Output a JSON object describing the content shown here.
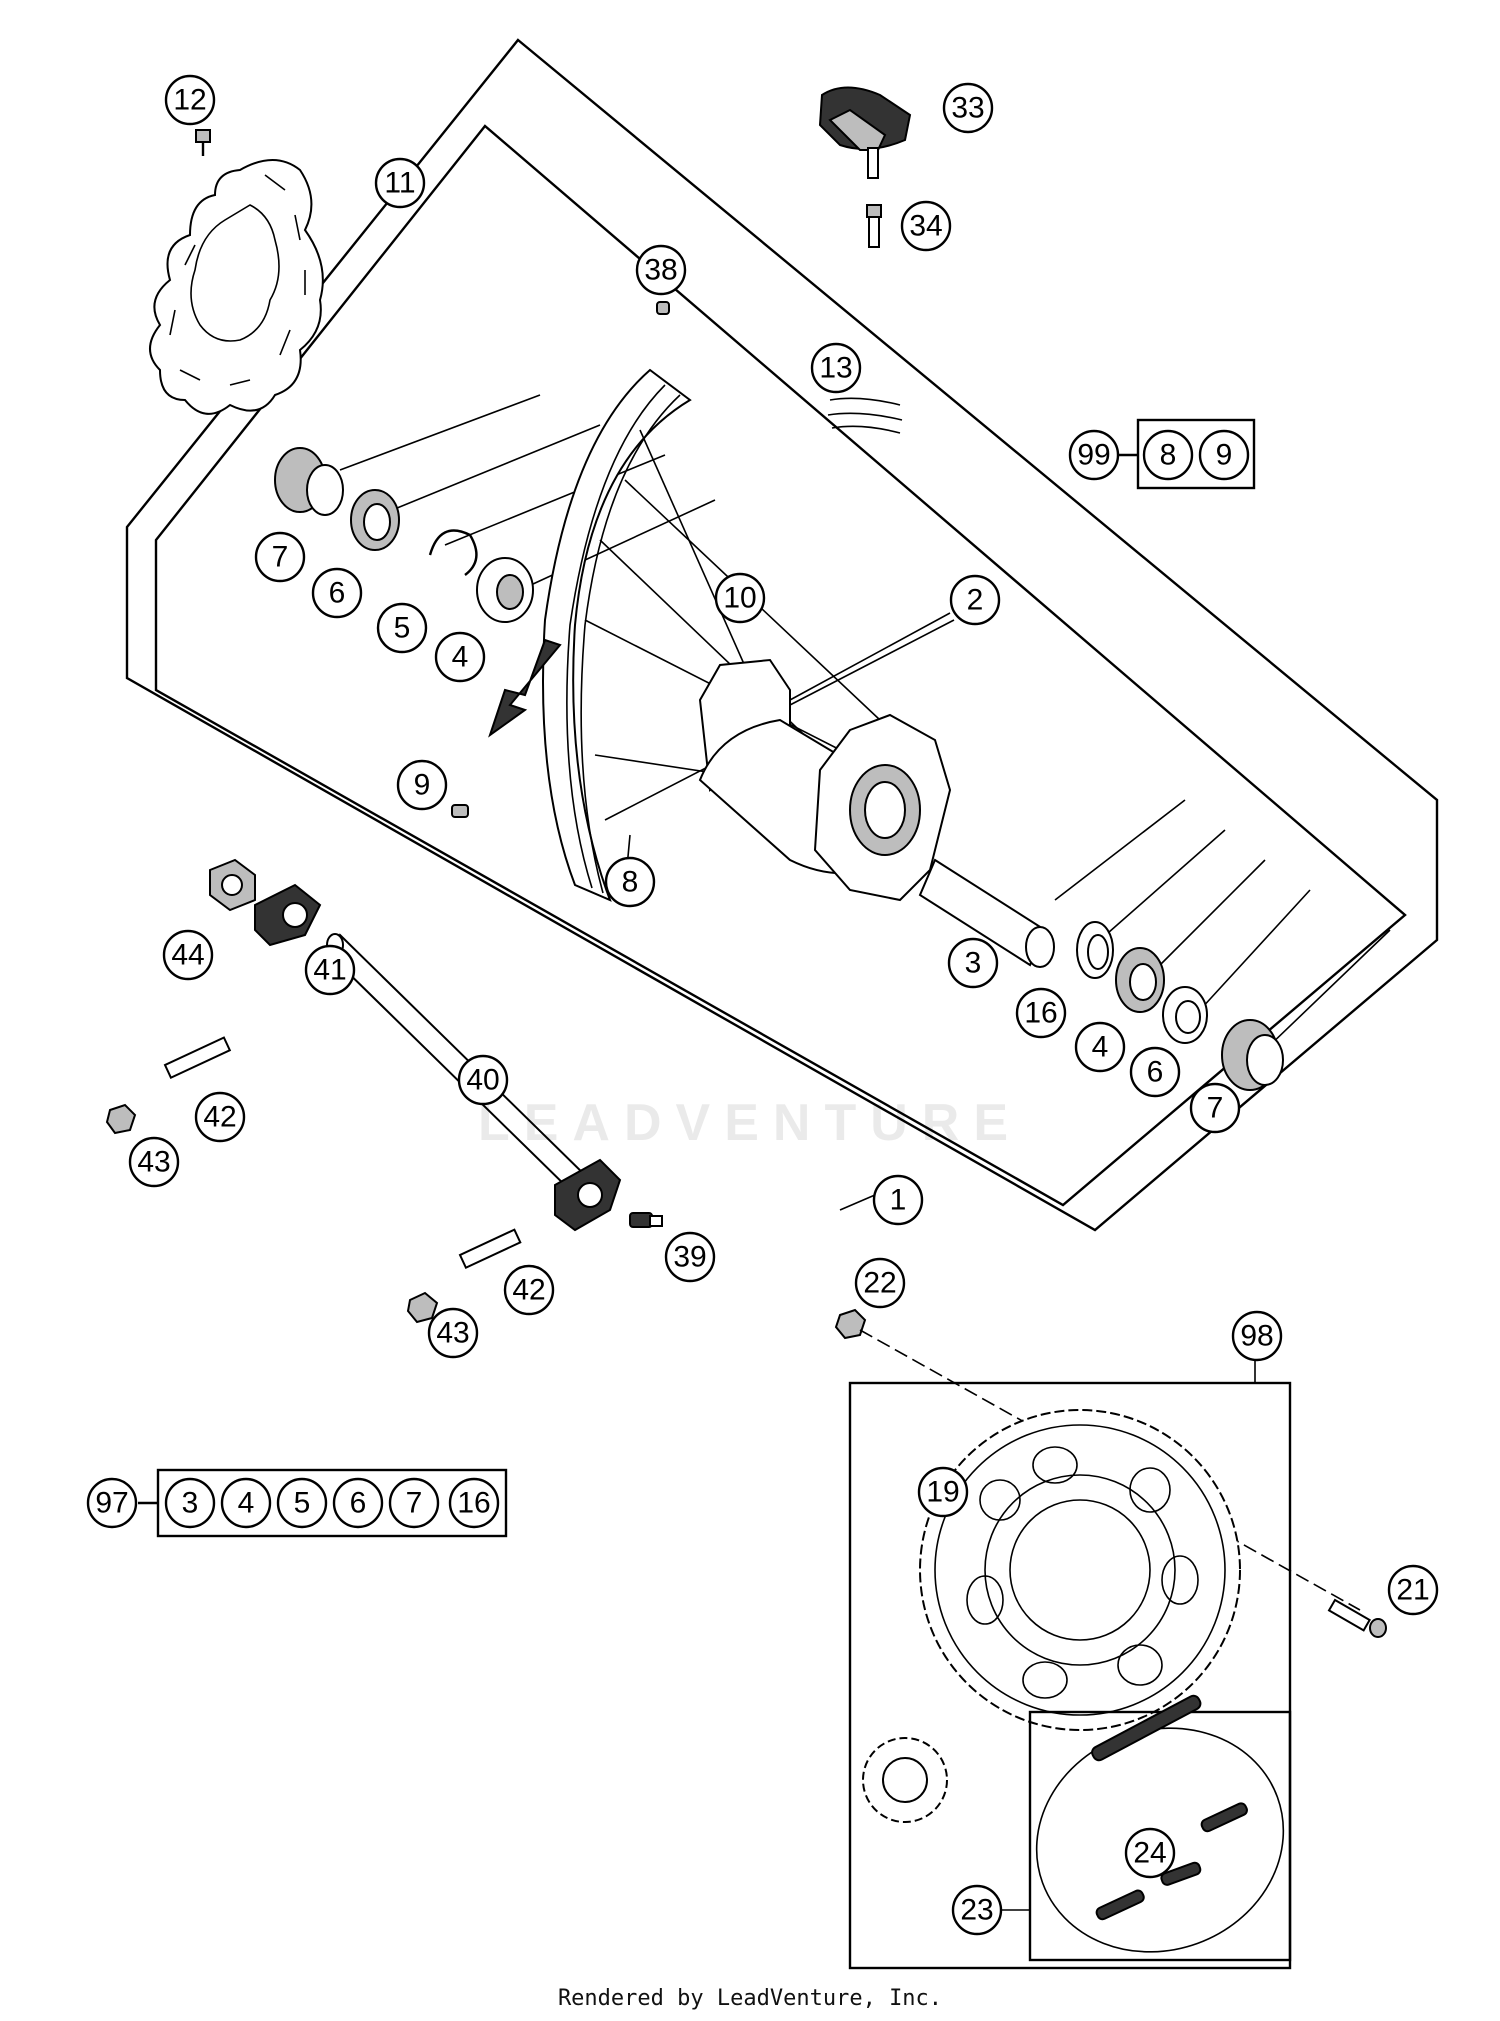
{
  "watermark": "LEADVENTURE",
  "footer": "Rendered by LeadVenture, Inc.",
  "callouts": [
    "12",
    "11",
    "33",
    "34",
    "38",
    "13",
    "99",
    "8",
    "9",
    "7",
    "6",
    "5",
    "4",
    "10",
    "2",
    "9",
    "8",
    "44",
    "41",
    "3",
    "16",
    "4",
    "6",
    "7",
    "40",
    "42",
    "43",
    "1",
    "39",
    "42",
    "43",
    "22",
    "98",
    "19",
    "21",
    "97",
    "3",
    "4",
    "5",
    "6",
    "7",
    "16",
    "24",
    "23"
  ]
}
